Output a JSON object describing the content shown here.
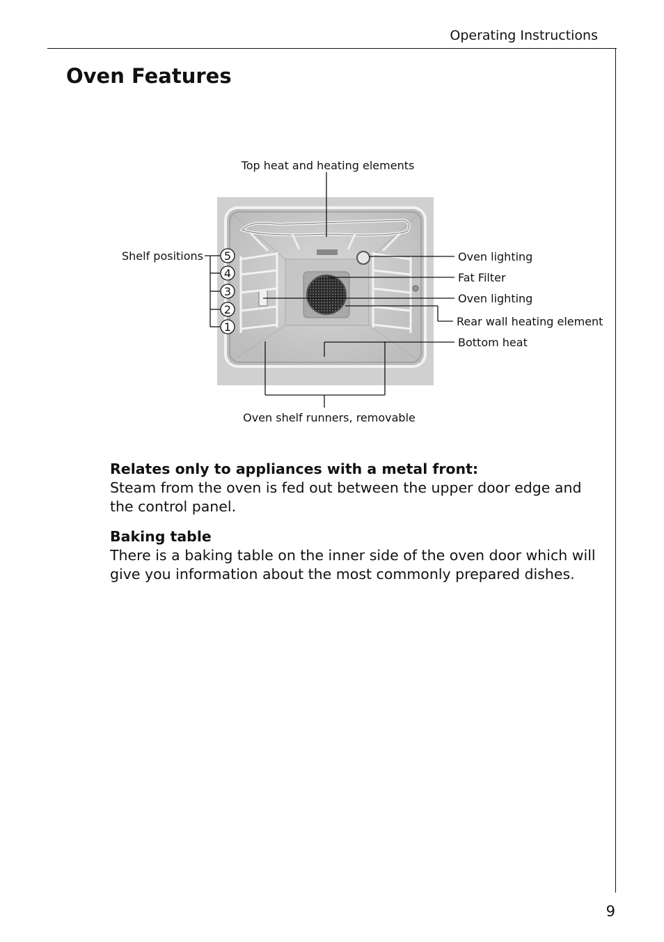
{
  "header": {
    "section": "Operating Instructions"
  },
  "page_title": "Oven Features",
  "diagram": {
    "labels": {
      "top_heat": "Top heat and heating elements",
      "shelf_positions": "Shelf positions",
      "oven_lighting_top": "Oven lighting",
      "fat_filter": "Fat Filter",
      "oven_lighting_side": "Oven lighting",
      "rear_wall": "Rear wall heating element",
      "bottom_heat": "Bottom heat",
      "runners": "Oven shelf runners, removable"
    },
    "shelf_numbers": [
      "5",
      "4",
      "3",
      "2",
      "1"
    ]
  },
  "sections": [
    {
      "heading": "Relates only to appliances with a metal front:",
      "text": "Steam from the oven is fed out between the upper door edge and the control panel."
    },
    {
      "heading": "Baking table",
      "text": "There is a baking table on the inner side of the oven door which will give you information about the most commonly prepared dishes."
    }
  ],
  "page_number": "9"
}
